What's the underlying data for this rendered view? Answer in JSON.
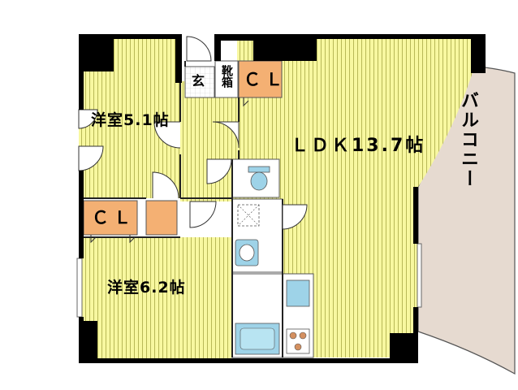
{
  "rooms": {
    "bedroom_1": "洋室5.1帖",
    "bedroom_2": "洋室6.2帖",
    "ldk": "ＬＤＫ13.7帖",
    "entrance": "玄",
    "shoe_box": "靴箱",
    "closet_top": "ＣＬ",
    "closet_bottom": "ＣＬ",
    "balcony": "バルコニー"
  },
  "colors": {
    "floor": "#f8f8a0",
    "stripe": "#b8b858",
    "wall": "#000000",
    "closet": "#f4b073",
    "balcony": "#e6dad0",
    "wet_area": "#ffffff",
    "fixture": "#9ed3e8",
    "stove": "#d49060"
  }
}
